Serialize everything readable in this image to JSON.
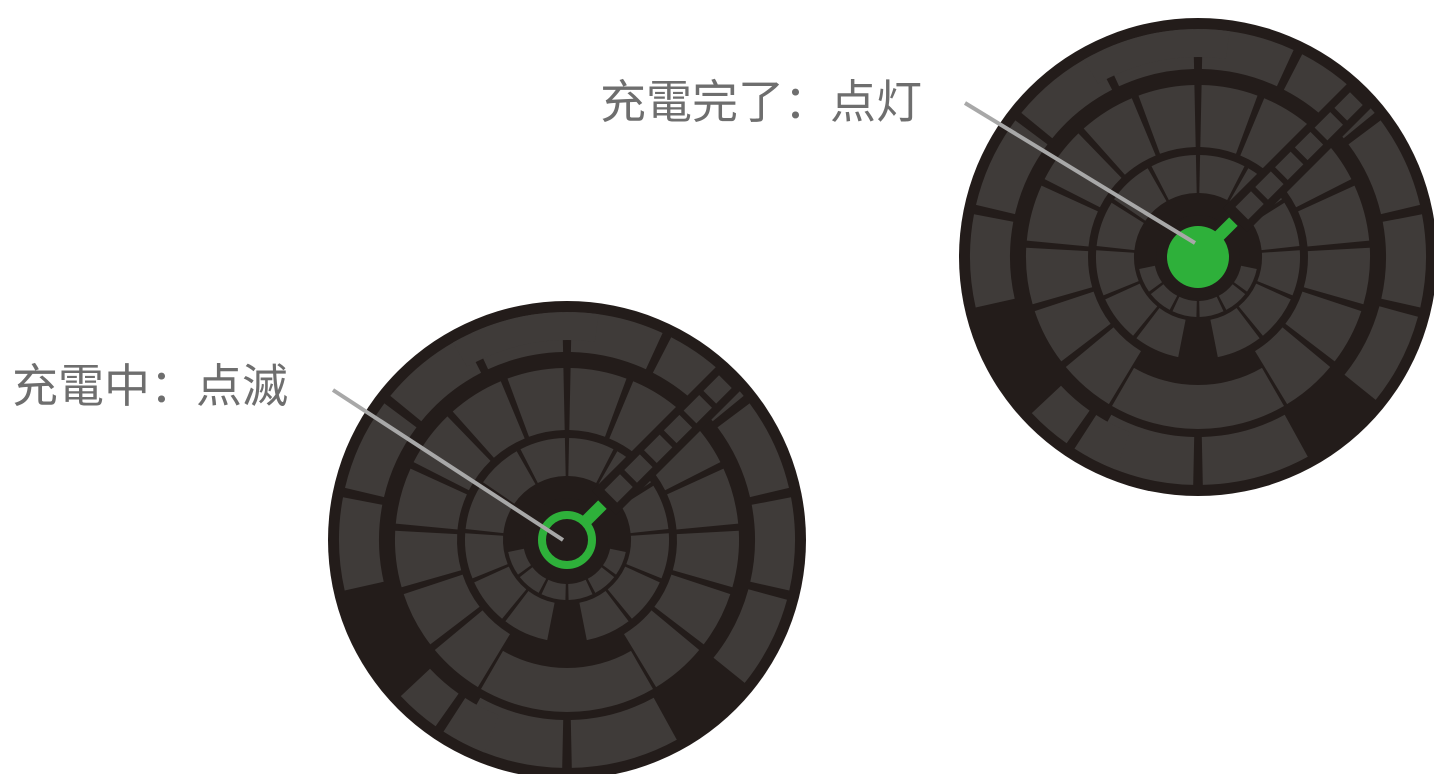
{
  "labels": {
    "charging": "充電中：点滅",
    "complete": "充電完了：点灯"
  },
  "colors": {
    "background": "#ffffff",
    "disc": "#231c1a",
    "segment": "#3f3b39",
    "led": "#2eb03a",
    "leader": "#a8a8a8",
    "label_text": "#6e6e6e"
  },
  "icons": {
    "disc": "charging-pad-disc-icon",
    "led_blinking": "led-ring-icon",
    "led_solid": "led-dot-icon"
  },
  "states": [
    {
      "id": "charging",
      "led_style": "ring"
    },
    {
      "id": "complete",
      "led_style": "filled"
    }
  ]
}
